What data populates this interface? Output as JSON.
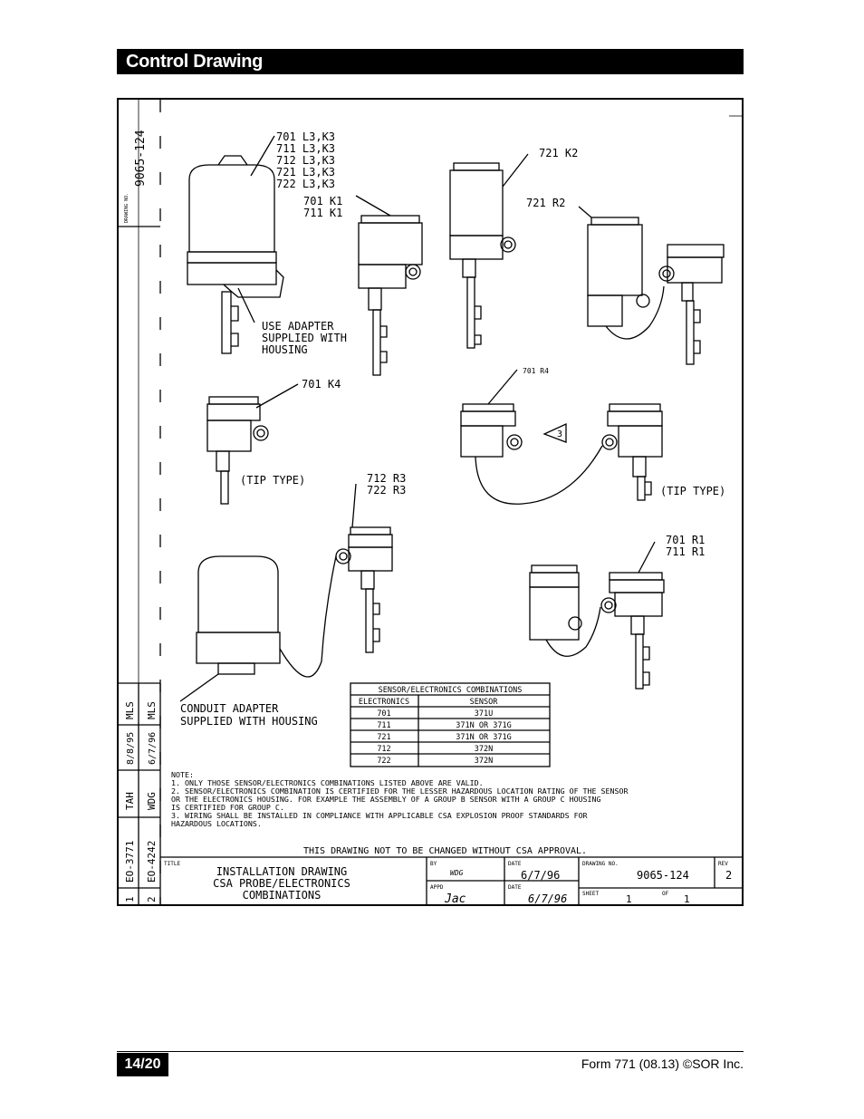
{
  "header": {
    "title": "Control Drawing"
  },
  "drawing": {
    "side_drawing_no_label": "DRAWING NO.",
    "side_drawing_no": "9065-124",
    "labels": {
      "group_a": [
        "701 L3,K3",
        "711 L3,K3",
        "712 L3,K3",
        "721 L3,K3",
        "722 L3,K3"
      ],
      "k1": [
        "701 K1",
        "711 K1"
      ],
      "k2": "721 K2",
      "r2": "721 R2",
      "adapter_note": [
        "USE ADAPTER",
        "SUPPLIED WITH",
        "HOUSING"
      ],
      "k4": "701 K4",
      "tip_type_1": "(TIP TYPE)",
      "r4": "701 R4",
      "note_ref": "3",
      "tip_type_2": "(TIP TYPE)",
      "r3": [
        "712 R3",
        "722 R3"
      ],
      "r1": [
        "701 R1",
        "711 R1"
      ],
      "conduit_note": [
        "CONDUIT ADAPTER",
        "SUPPLIED WITH HOUSING"
      ]
    },
    "combo_table": {
      "title": "SENSOR/ELECTRONICS COMBINATIONS",
      "headers": [
        "ELECTRONICS",
        "SENSOR"
      ],
      "rows": [
        [
          "701",
          "371U"
        ],
        [
          "711",
          "371N OR 371G"
        ],
        [
          "721",
          "371N OR 371G"
        ],
        [
          "712",
          "372N"
        ],
        [
          "722",
          "372N"
        ]
      ]
    },
    "notes": {
      "heading": "NOTE:",
      "lines": [
        "1.   ONLY THOSE SENSOR/ELECTRONICS COMBINATIONS LISTED ABOVE ARE VALID.",
        "2.   SENSOR/ELECTRONICS COMBINATION IS CERTIFIED FOR THE LESSER HAZARDOUS LOCATION RATING OF THE SENSOR",
        "      OR THE ELECTRONICS HOUSING. FOR EXAMPLE THE ASSEMBLY OF A GROUP B SENSOR WITH A GROUP C HOUSING",
        "      IS CERTIFIED FOR GROUP C.",
        "3.   WIRING SHALL BE INSTALLED IN COMPLIANCE WITH APPLICABLE CSA EXPLOSION PROOF STANDARDS FOR",
        "      HAZARDOUS LOCATIONS."
      ],
      "csa_warning": "THIS DRAWING NOT TO BE CHANGED WITHOUT CSA APPROVAL."
    },
    "revision_block": {
      "rev1": {
        "rev": "1",
        "eo": "EO-3771",
        "by": "TAH",
        "date": "8/8/95",
        "appd": "MLS"
      },
      "rev2": {
        "rev": "2",
        "eo": "EO-4242",
        "by": "WDG",
        "date": "6/7/96",
        "appd": "MLS"
      }
    },
    "title_block": {
      "title_label": "TITLE",
      "title_lines": [
        "INSTALLATION DRAWING",
        "CSA PROBE/ELECTRONICS",
        "COMBINATIONS"
      ],
      "by_label": "BY",
      "by_value": "WDG",
      "appd_label": "APPD",
      "appd_value": "Jac",
      "date_label": "DATE",
      "date_value": "6/7/96",
      "date2_label": "DATE",
      "date2_value": "6/7/96",
      "drawing_no_label": "DRAWING NO.",
      "drawing_no": "9065-124",
      "rev_label": "REV",
      "rev_value": "2",
      "sheet_label": "SHEET",
      "sheet_value": "1",
      "of_label": "OF",
      "of_value": "1"
    }
  },
  "footer": {
    "page": "14/20",
    "form": "Form 771 (08.13) ©SOR Inc."
  }
}
